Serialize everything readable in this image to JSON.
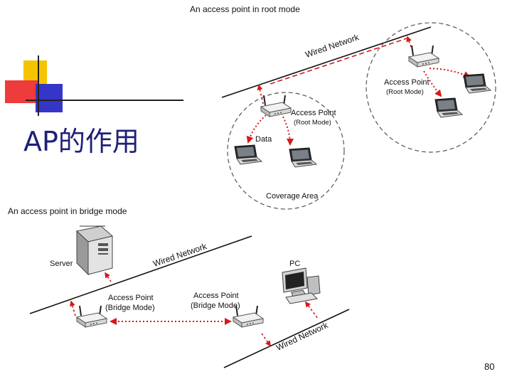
{
  "slide": {
    "title": "AP的作用",
    "page_number": "80"
  },
  "root_mode": {
    "heading": "An access point in root mode",
    "network_label": "Wired Network",
    "ap_left": {
      "label": "Access Point",
      "mode": "(Root Mode)"
    },
    "ap_right": {
      "label": "Access Point",
      "mode": "(Root Mode)"
    },
    "data_label": "Data",
    "coverage_label": "Coverage Area"
  },
  "bridge_mode": {
    "heading": "An access point in bridge mode",
    "server_label": "Server",
    "pc_label": "PC",
    "network_top_label": "Wired Network",
    "network_bottom_label": "Wired Network",
    "ap_left": {
      "label": "Access Point",
      "mode": "(Bridge Mode)"
    },
    "ap_right": {
      "label": "Access Point",
      "mode": "(Bridge Mode)"
    }
  },
  "colors": {
    "accent_yellow": "#f5c400",
    "accent_blue": "#3535c8",
    "accent_red": "#ee3b3b",
    "link_red": "#d41a1a"
  }
}
